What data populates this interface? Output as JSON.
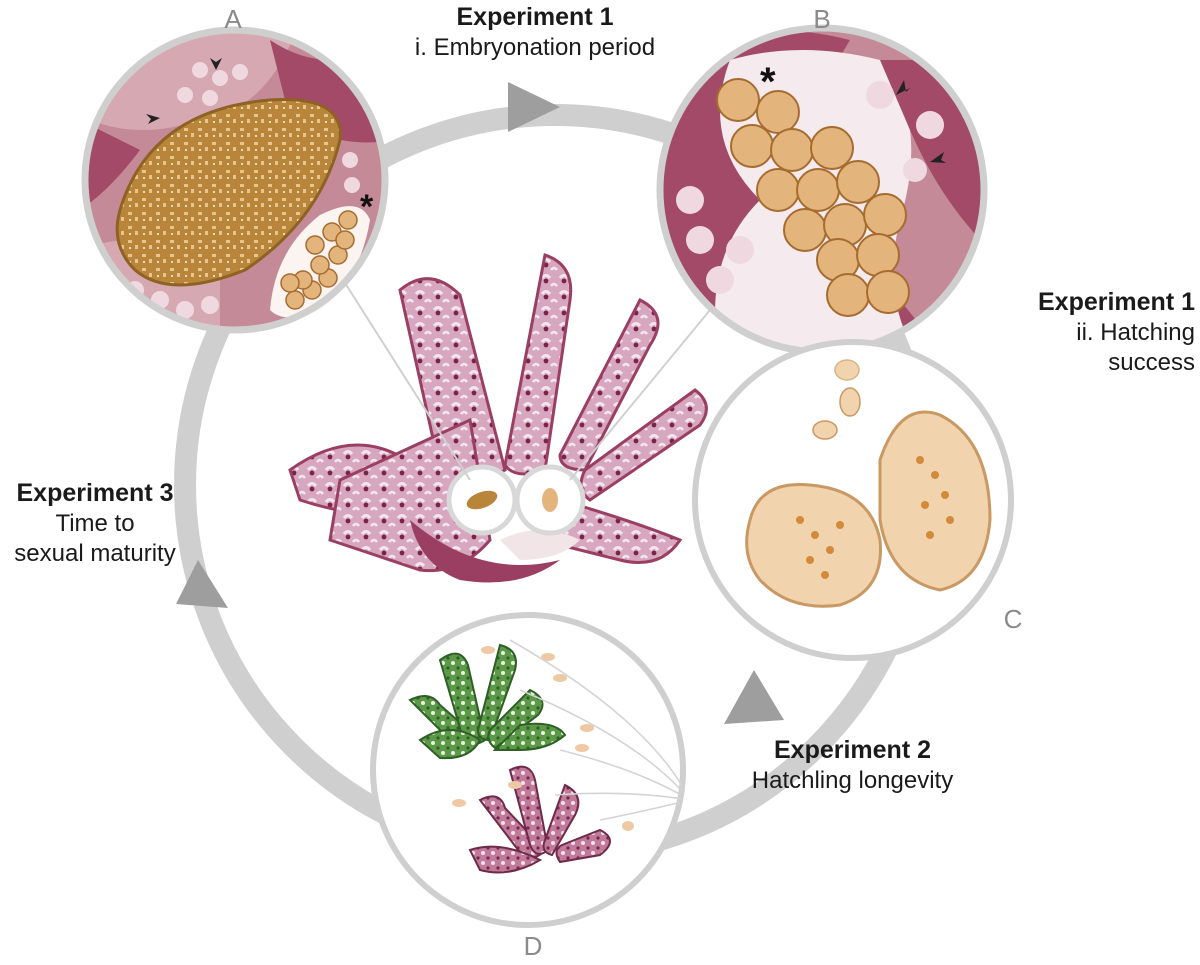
{
  "panel_letters": {
    "a": "A",
    "b": "B",
    "c": "C",
    "d": "D"
  },
  "labels": {
    "exp1_top": {
      "title": "Experiment 1",
      "subtitle": "i. Embryonation period"
    },
    "exp1_right": {
      "title": "Experiment 1",
      "subtitle": "ii. Hatching success"
    },
    "exp2": {
      "title": "Experiment 2",
      "subtitle": "Hatchling longevity"
    },
    "exp3": {
      "title": "Experiment 3",
      "subtitle_line1": "Time to",
      "subtitle_line2": "sexual maturity"
    }
  },
  "colors": {
    "cycle_ring": "#cfcfcf",
    "arrow_head": "#9e9e9e",
    "tissue_dark": "#a24a68",
    "tissue_mid": "#c58a98",
    "tissue_light": "#d6a9b2",
    "oocyte_brown": "#b8853a",
    "embryo_tan": "#e3b47c",
    "planula_cream": "#f1d3ad",
    "recruit_green": "#5c9a49",
    "recruit_pink": "#c27a9a",
    "asterisk": "#111111",
    "arrowhead_marker": "#222222"
  },
  "icons": [
    "asterisk-icon",
    "arrowhead-marker-icon"
  ]
}
